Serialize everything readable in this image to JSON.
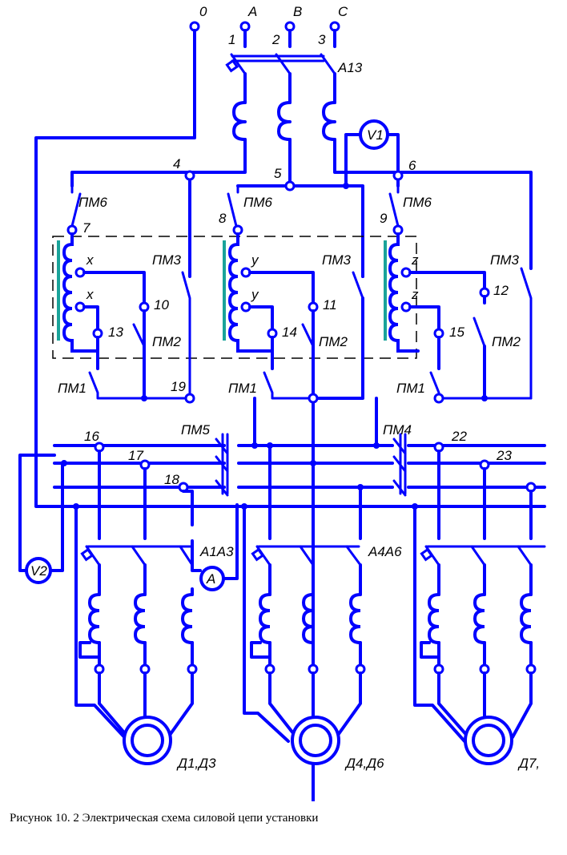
{
  "terminals": {
    "o": "0",
    "a": "A",
    "b": "B",
    "c": "C"
  },
  "nodes": {
    "n1": "1",
    "n2": "2",
    "n3": "3",
    "n4": "4",
    "n5": "5",
    "n6": "6",
    "n7": "7",
    "n8": "8",
    "n9": "9",
    "n10": "10",
    "n11": "11",
    "n12": "12",
    "n13": "13",
    "n14": "14",
    "n15": "15",
    "n16": "16",
    "n17": "17",
    "n18": "18",
    "n19": "19",
    "n22": "22",
    "n23": "23"
  },
  "windings": {
    "x1": "x",
    "x2": "x",
    "y1": "y",
    "y2": "y",
    "z1": "z",
    "z2": "z"
  },
  "devices": {
    "breaker_main": "A13",
    "voltmeter1": "V1",
    "voltmeter2": "V2",
    "ammeter": "A",
    "pm6_1": "ПМ6",
    "pm6_2": "ПМ6",
    "pm6_3": "ПМ6",
    "pm3_1": "ПМ3",
    "pm3_2": "ПМ3",
    "pm3_3": "ПМ3",
    "pm2_1": "ПМ2",
    "pm2_2": "ПМ2",
    "pm2_3": "ПМ2",
    "pm1_1": "ПМ1",
    "pm1_2": "ПМ1",
    "pm1_3": "ПМ1",
    "pm5": "ПМ5",
    "pm4": "ПМ4",
    "breaker_m1": "А1А3",
    "breaker_m2": "А4А6",
    "motor1": "Д1,Д3",
    "motor2": "Д4,Д6",
    "motor3": "Д7,"
  },
  "caption": "Рисунок 10. 2 Электрическая схема силовой цепи установки"
}
